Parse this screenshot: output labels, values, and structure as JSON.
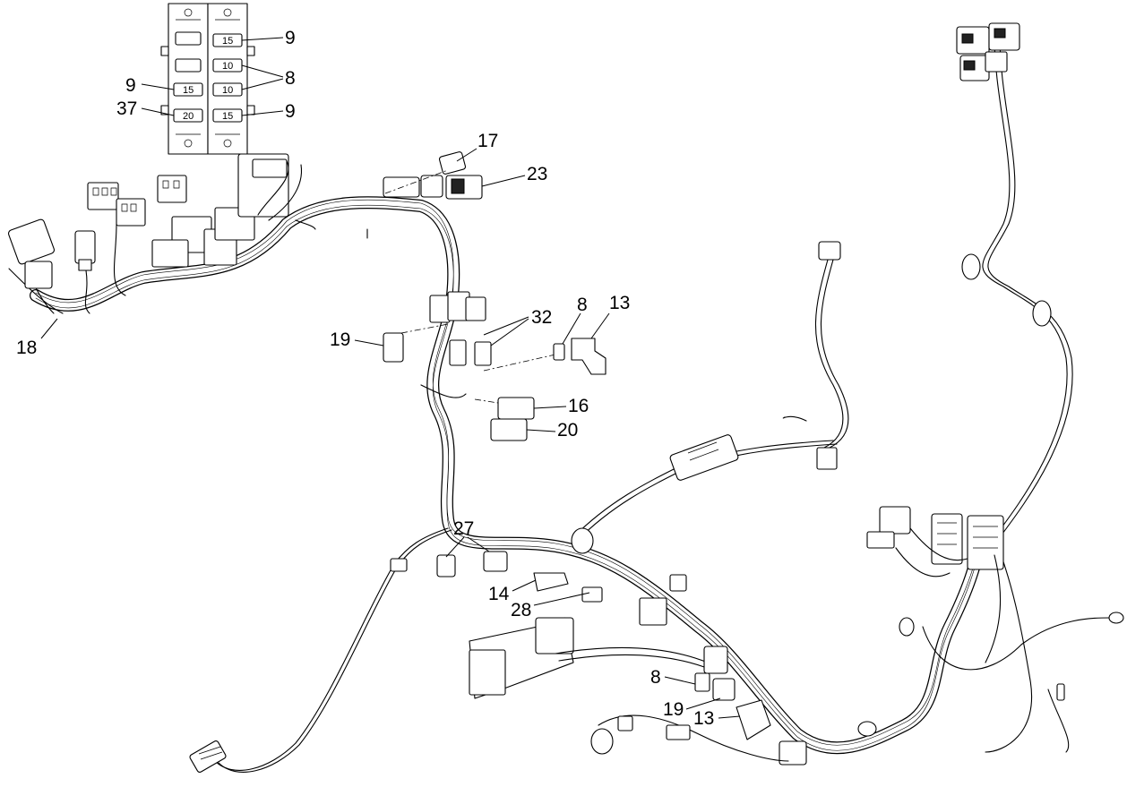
{
  "fuse_block": {
    "fuse_ratings": [
      "15",
      "10",
      "15",
      "10",
      "20",
      "15"
    ]
  },
  "callouts": {
    "fuse_9_top": "9",
    "fuse_8": "8",
    "fuse_9_left": "9",
    "fuse_37": "37",
    "fuse_9_bottom": "9",
    "c17": "17",
    "c23": "23",
    "c18": "18",
    "c19_upper": "19",
    "c32": "32",
    "c8_upper": "8",
    "c13_upper": "13",
    "c16": "16",
    "c20": "20",
    "c27": "27",
    "c14": "14",
    "c28": "28",
    "c8_lower": "8",
    "c19_lower": "19",
    "c13_lower": "13"
  }
}
